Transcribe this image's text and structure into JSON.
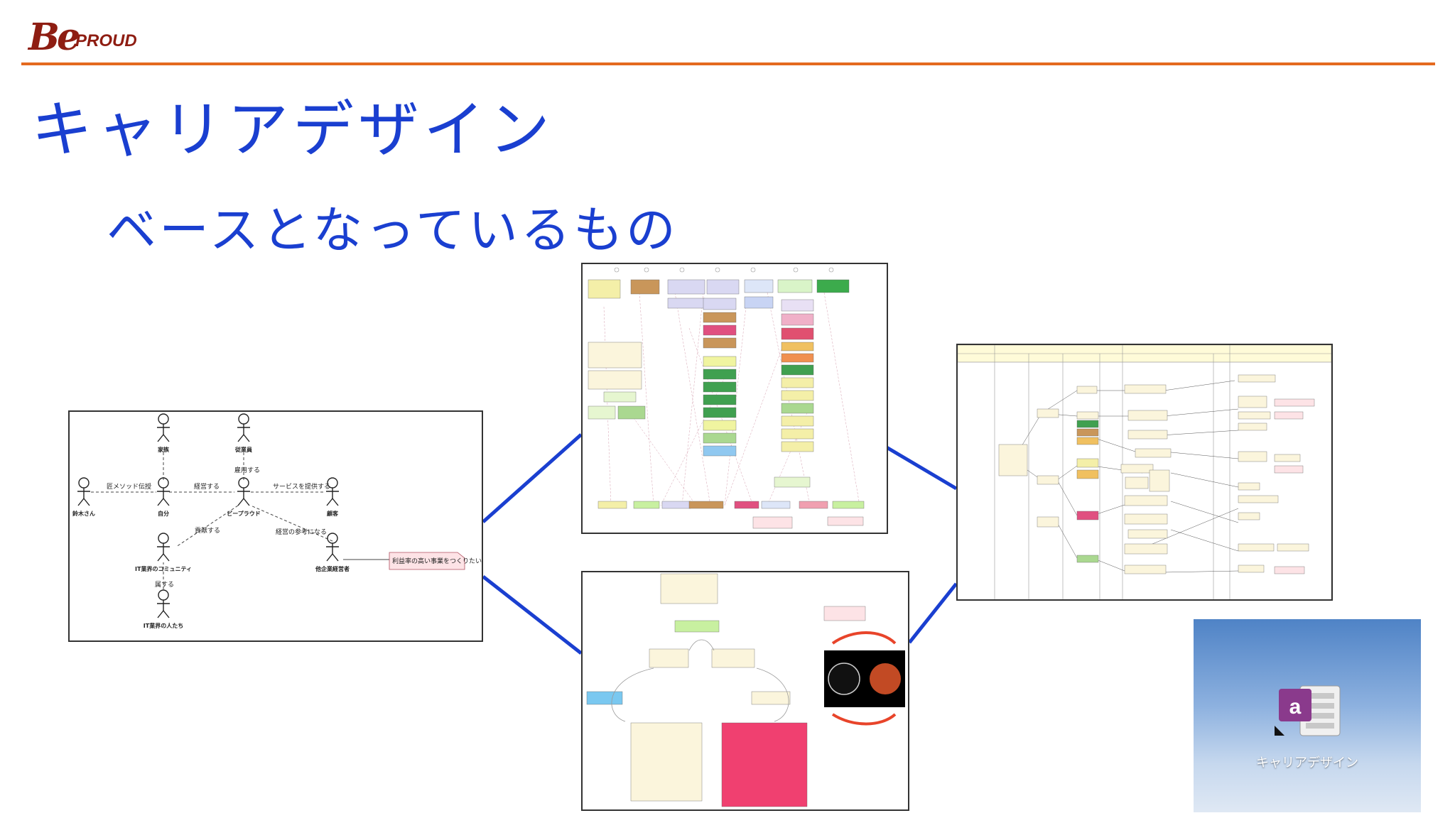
{
  "logo": {
    "mark": "Be",
    "text": "PROUD"
  },
  "title": "キャリアデザイン",
  "subtitle": "ベースとなっているもの",
  "colors": {
    "accent": "#1a3fd0",
    "rule": "#e46a1f",
    "logo": "#8e1d12"
  },
  "diagram": {
    "actors": {
      "family": "家族",
      "employee": "従業員",
      "suzuki": "鈴木さん",
      "self": "自分",
      "beproud": "ビープラウド",
      "customer": "顧客",
      "community": "IT業界のコミュニティ",
      "executives": "他企業経営者",
      "itpeople": "IT業界の人たち"
    },
    "relations": {
      "method": "匠メソッド伝授",
      "manage1": "経営する",
      "hire": "雇用する",
      "service": "サービスを提供する",
      "contribute": "貢献する",
      "reference": "経営の参考になる",
      "belong": "属する"
    },
    "note": "利益率の高い事業をつくりたい"
  },
  "shortcut": {
    "label": "キャリアデザイン",
    "icon": "astah-file-icon"
  }
}
